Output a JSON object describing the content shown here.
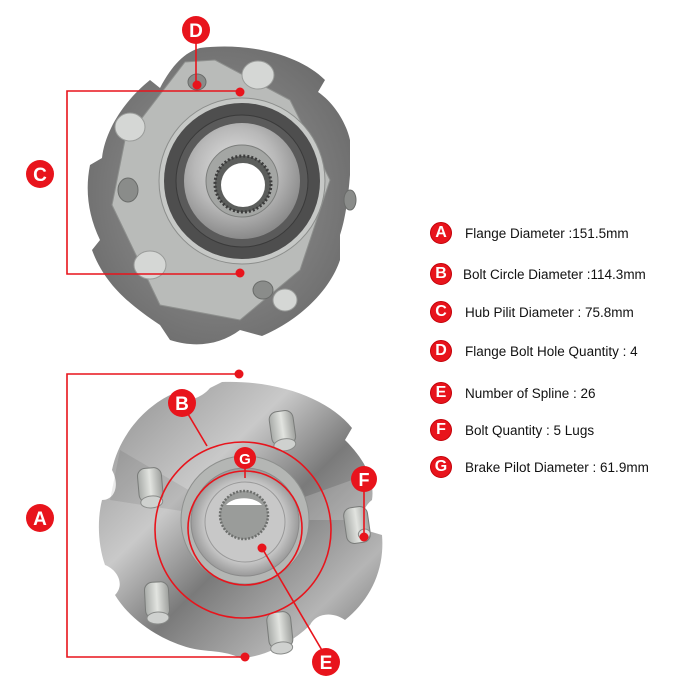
{
  "accent_color": "#e8141c",
  "diagram": {
    "top_view": {
      "description": "rear side of wheel hub bearing assembly",
      "callouts": [
        {
          "letter": "D",
          "target": "flange-bolt-hole"
        },
        {
          "letter": "C",
          "target": "hub-pilot-diameter"
        }
      ]
    },
    "bottom_view": {
      "description": "front side of wheel hub with 5 studs",
      "callouts": [
        {
          "letter": "A",
          "target": "flange-diameter"
        },
        {
          "letter": "B",
          "target": "bolt-circle"
        },
        {
          "letter": "G",
          "target": "brake-pilot"
        },
        {
          "letter": "F",
          "target": "wheel-stud"
        },
        {
          "letter": "E",
          "target": "spline"
        }
      ]
    }
  },
  "specs": [
    {
      "letter": "A",
      "text": "Flange Diameter :151.5mm"
    },
    {
      "letter": "B",
      "text": "Bolt Circle Diameter :114.3mm"
    },
    {
      "letter": "C",
      "text": "Hub Pilit Diameter : 75.8mm"
    },
    {
      "letter": "D",
      "text": "Flange Bolt Hole Quantity : 4"
    },
    {
      "letter": "E",
      "text": "Number of Spline : 26"
    },
    {
      "letter": "F",
      "text": "Bolt Quantity : 5 Lugs"
    },
    {
      "letter": "G",
      "text": "Brake Pilot Diameter : 61.9mm"
    }
  ]
}
